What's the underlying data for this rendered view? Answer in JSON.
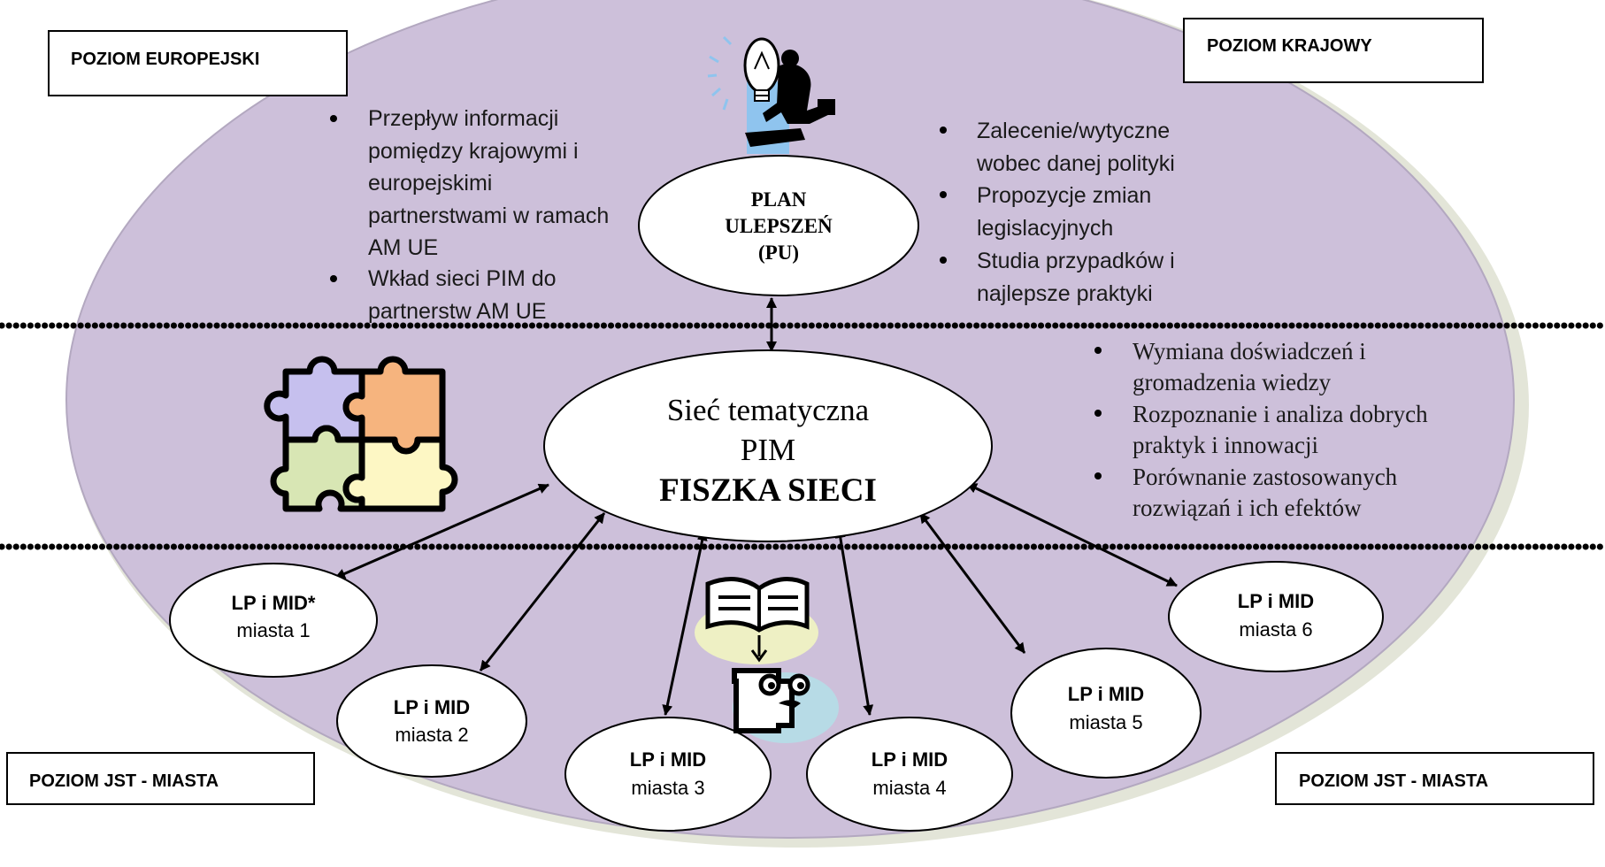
{
  "levels": {
    "european": "POZIOM EUROPEJSKI",
    "national": "POZIOM KRAJOWY",
    "local_left": "POZIOM JST - MIASTA",
    "local_right": "POZIOM JST - MIASTA"
  },
  "plan": {
    "line1": "PLAN",
    "line2": "ULEPSZEŃ",
    "line3": "(PU)"
  },
  "center": {
    "line1": "Sieć tematyczna",
    "line2": "PIM",
    "line3": "FISZKA SIECI"
  },
  "european_bullets": [
    [
      "Przepływ informacji",
      "pomiędzy krajowymi i",
      "europejskimi",
      "partnerstwami w ramach",
      "AM UE"
    ],
    [
      "Wkład sieci PIM do",
      "partnerstw AM UE"
    ]
  ],
  "national_bullets": [
    [
      "Zalecenie/wytyczne",
      "wobec danej polityki"
    ],
    [
      "Propozycje zmian",
      "legislacyjnych"
    ],
    [
      "Studia przypadków i",
      "najlepsze praktyki"
    ]
  ],
  "network_bullets": [
    [
      "Wymiana doświadczeń i",
      "gromadzenia wiedzy"
    ],
    [
      "Rozpoznanie i analiza dobrych",
      "praktyk i innowacji"
    ],
    [
      "Porównanie zastosowanych",
      "rozwiązań i ich efektów"
    ]
  ],
  "cities": [
    {
      "title": "LP i MID*",
      "name": "miasta 1"
    },
    {
      "title": "LP i MID",
      "name": "miasta 2"
    },
    {
      "title": "LP i MID",
      "name": "miasta 3"
    },
    {
      "title": "LP i MID",
      "name": "miasta  4"
    },
    {
      "title": "LP i MID",
      "name": "miasta 5"
    },
    {
      "title": "LP i MID",
      "name": "miasta 6"
    }
  ],
  "colors": {
    "big_ellipse": "#cdc0da",
    "big_ellipse_edge": "#b3a8c0",
    "puzzle_purple": "#c6c0ee",
    "puzzle_orange": "#f6b47e",
    "puzzle_green": "#d8e6b4",
    "puzzle_yellow": "#fdf7c4",
    "lightbulb_bg": "#8fc4ee"
  },
  "icons": [
    "idea-businessman-icon",
    "puzzle-icon",
    "book-reader-icon"
  ]
}
